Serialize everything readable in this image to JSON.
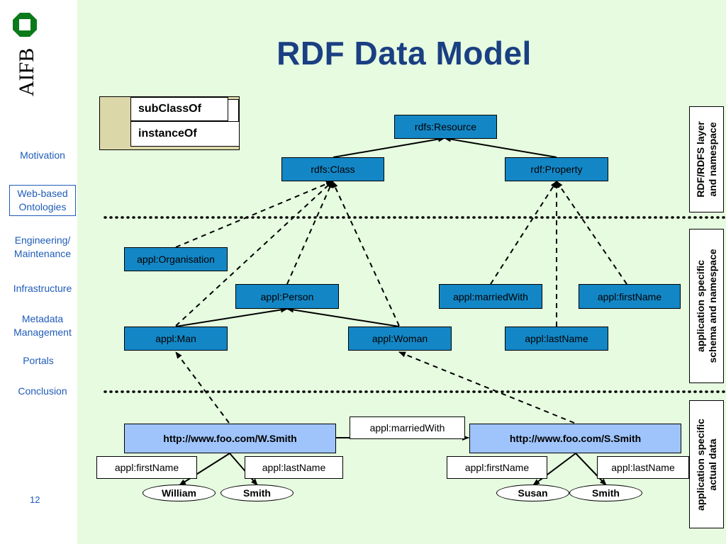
{
  "logo": {
    "text": "AIFB",
    "color": "#0a7a1a"
  },
  "nav": {
    "items": [
      {
        "label": "Motivation"
      },
      {
        "label": "Web-based Ontologies",
        "active": true
      },
      {
        "label": "Engineering/ Maintenance"
      },
      {
        "label": "Infrastructure"
      },
      {
        "label": "Metadata Management"
      },
      {
        "label": "Portals"
      },
      {
        "label": "Conclusion"
      }
    ],
    "page_number": "12"
  },
  "title": "RDF Data Model",
  "legend": {
    "subclass_label": "subClassOf",
    "instance_label": "instanceOf"
  },
  "layers": [
    {
      "label_line1": "RDF/RDFS layer",
      "label_line2": "and namespace"
    },
    {
      "label_line1": "application specific",
      "label_line2": "schema and namespace"
    },
    {
      "label_line1": "application specific",
      "label_line2": "actual data"
    }
  ],
  "rdfs_layer": {
    "resource": "rdfs:Resource",
    "class": "rdfs:Class",
    "property": "rdf:Property"
  },
  "schema_layer": {
    "organisation": "appl:Organisation",
    "person": "appl:Person",
    "man": "appl:Man",
    "woman": "appl:Woman",
    "married_with": "appl:marriedWith",
    "first_name": "appl:firstName",
    "last_name": "appl:lastName"
  },
  "data_layer": {
    "w_smith": {
      "uri": "http://www.foo.com/W.Smith",
      "first_name_label": "appl:firstName",
      "last_name_label": "appl:lastName",
      "first_name_value": "William",
      "last_name_value": "Smith"
    },
    "s_smith": {
      "uri": "http://www.foo.com/S.Smith",
      "first_name_label": "appl:firstName",
      "last_name_label": "appl:lastName",
      "first_name_value": "Susan",
      "last_name_value": "Smith"
    },
    "married_with_label": "appl:marriedWith"
  },
  "colors": {
    "class_box": "#1387c6",
    "instance_box": "#9fc4fb",
    "background": "#e6fbe0",
    "nav_text": "#1f5bb8",
    "title_text": "#1a3f82",
    "legend_bg": "#dcd7a8"
  }
}
